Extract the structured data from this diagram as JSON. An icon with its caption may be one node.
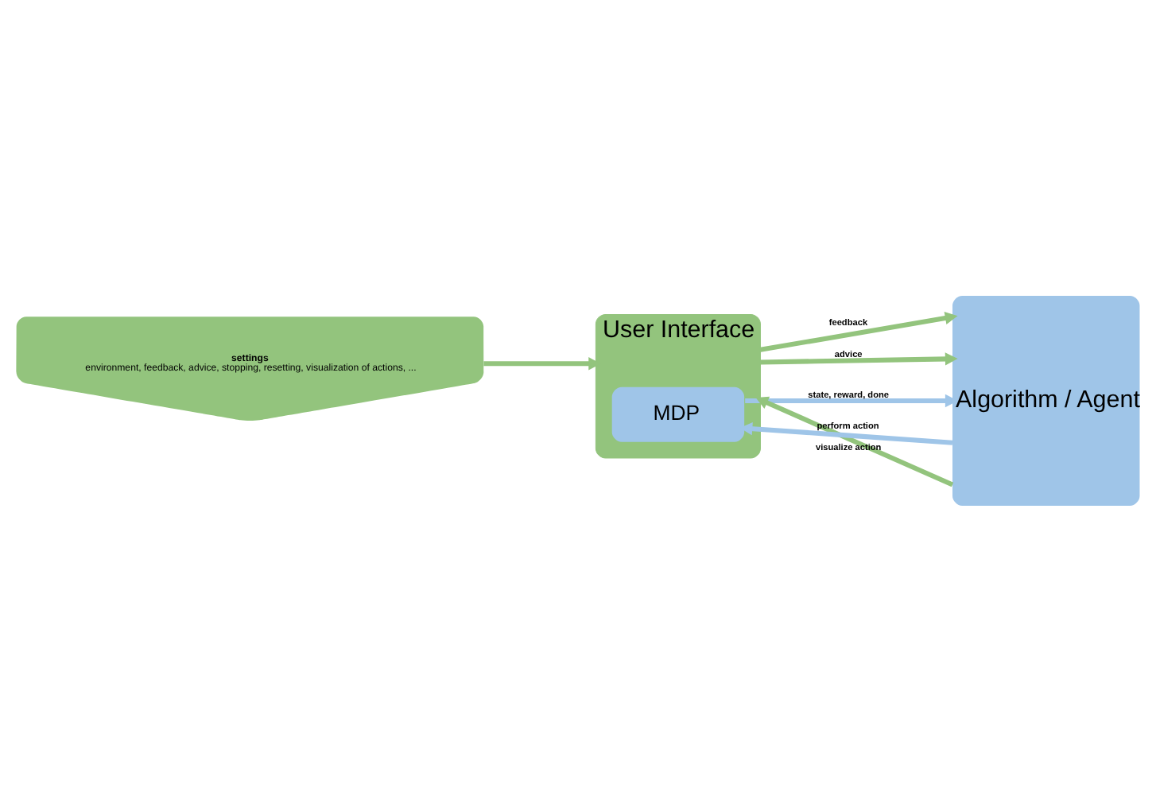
{
  "diagram": {
    "nodes": [
      {
        "text": [
          "settings",
          "environment, feedback, advice, stopping, resetting, visualization of actions, ..."
        ]
      },
      {
        "text": [
          "User Interface"
        ]
      },
      {
        "text": [
          "MDP"
        ],
        "in": 1
      },
      {
        "text": [
          "Algorithm / Agent"
        ]
      }
    ],
    "edges": [
      {
        "from": 0,
        "to": 1,
        "arrow": "to"
      },
      {
        "from": 1,
        "to": 3,
        "arrow": "to",
        "label": "feedback"
      },
      {
        "from": 1,
        "to": 3,
        "arrow": "to",
        "label": "advice"
      },
      {
        "from": 2,
        "to": 3,
        "arrow": "to",
        "label": "state, reward, done",
        "color": "#9fc5e8"
      },
      {
        "from": 3,
        "to": 2,
        "arrow": "to",
        "label": "perform action",
        "color": "#9fc5e8"
      },
      {
        "from": 3,
        "to": 1,
        "arrow": "to",
        "label": "visualize action"
      }
    ]
  }
}
